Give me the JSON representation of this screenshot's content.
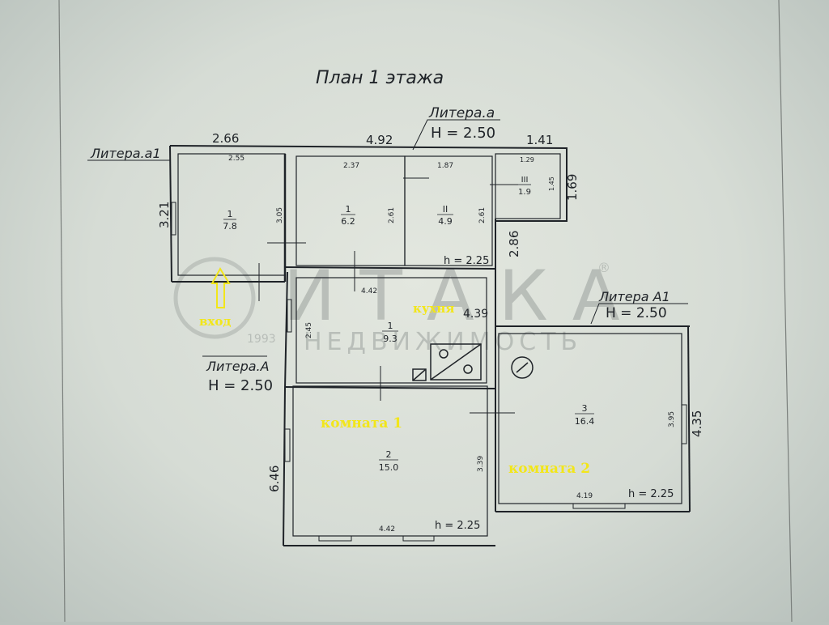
{
  "title": "План 1 этажа",
  "watermark": {
    "brand": "ИТАКА",
    "year": "1993",
    "tagline": "НЕДВИЖИМОСТЬ",
    "reg": "®"
  },
  "liters": {
    "a": {
      "name": "Литера.а",
      "height": "H = 2.50"
    },
    "a1": {
      "name": "Литера.а1"
    },
    "A": {
      "name": "Литера.А",
      "height": "H = 2.50"
    },
    "A1": {
      "name": "Литера А1",
      "height": "H = 2.50"
    }
  },
  "outer_dims": {
    "top_left": "2.66",
    "top_mid": "4.92",
    "top_right": "1.41",
    "left": "3.21",
    "right_small": "1.69",
    "right_mid": "2.86",
    "left_big": "6.46",
    "right_big": "4.35",
    "a1_top": "4.39"
  },
  "rooms": [
    {
      "id": "r1",
      "number": "1",
      "area": "7.8",
      "dims": [
        "2.55",
        "3.05"
      ]
    },
    {
      "id": "r2",
      "number": "1",
      "area": "6.2",
      "dims": [
        "2.37",
        "2.61"
      ]
    },
    {
      "id": "r3",
      "number": "II",
      "area": "4.9",
      "dims": [
        "1.87",
        "2.61"
      ]
    },
    {
      "id": "r4",
      "number": "III",
      "area": "1.9",
      "dims": [
        "1.29",
        "1.45"
      ]
    },
    {
      "id": "r5",
      "number": "1",
      "area": "9.3",
      "dims": [
        "4.42",
        "2.45"
      ]
    },
    {
      "id": "r6",
      "number": "2",
      "area": "15.0",
      "dims": [
        "4.42",
        "3.39"
      ]
    },
    {
      "id": "r7",
      "number": "3",
      "area": "16.4",
      "dims": [
        "4.19",
        "3.95"
      ]
    }
  ],
  "heights": {
    "h_upper": "h = 2.25",
    "h_room1": "h = 2.25",
    "h_room2": "h = 2.25"
  },
  "annotations": {
    "entrance": "вход",
    "kitchen": "кухня",
    "room1": "комната 1",
    "room2": "комната 2"
  },
  "colors": {
    "paper": "#dfe3dc",
    "ink": "#1f2328",
    "annotation": "#f2e61a",
    "watermark": "#8c928f"
  }
}
